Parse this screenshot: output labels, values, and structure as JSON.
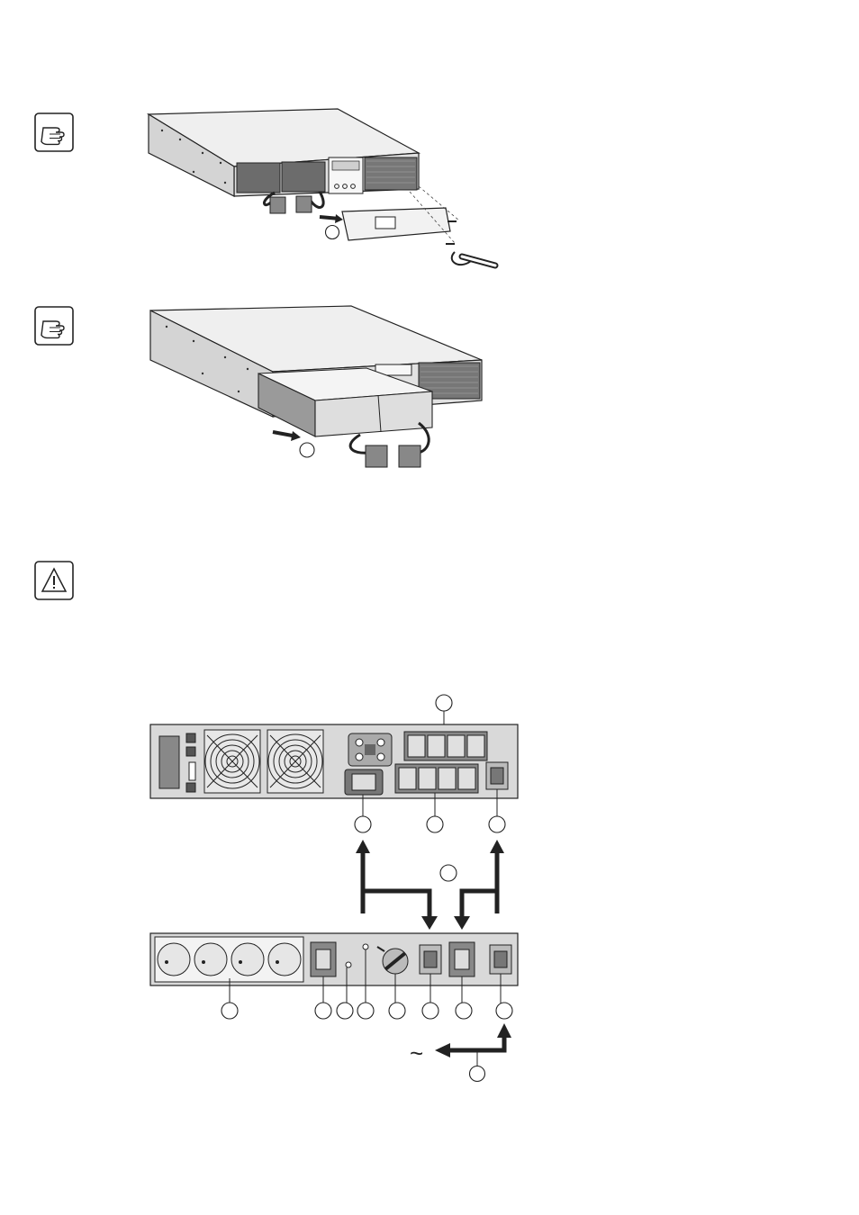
{
  "page": {
    "note_icons": [
      "pointing-hand-icon",
      "pointing-hand-icon"
    ],
    "warning_icon": "warning-triangle-icon",
    "figure1_callout_count": 1,
    "figure2_callout_count": 1,
    "figure3_callout_count": 13,
    "ac_symbol": "~"
  }
}
